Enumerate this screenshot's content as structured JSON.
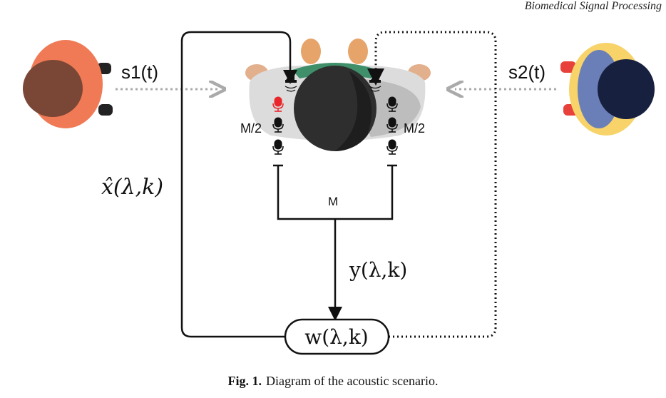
{
  "header": {
    "journal": "Biomedical Signal Processing"
  },
  "diagram": {
    "source1_label": "s1(t)",
    "source2_label": "s2(t)",
    "mic_group_left": "M/2",
    "mic_group_right": "M/2",
    "mic_total": "M",
    "signal_label": "y(λ,k)",
    "filter_label": "w(λ,k)",
    "estimate_label": "x̂(λ,k)",
    "colors": {
      "reference_mic": "#e8262b",
      "person1_body": "#ef7a55",
      "person2_body": "#f7d36a",
      "collar": "#3f8f6a"
    }
  },
  "caption": {
    "label": "Fig. 1.",
    "text": "Diagram of the acoustic scenario."
  }
}
